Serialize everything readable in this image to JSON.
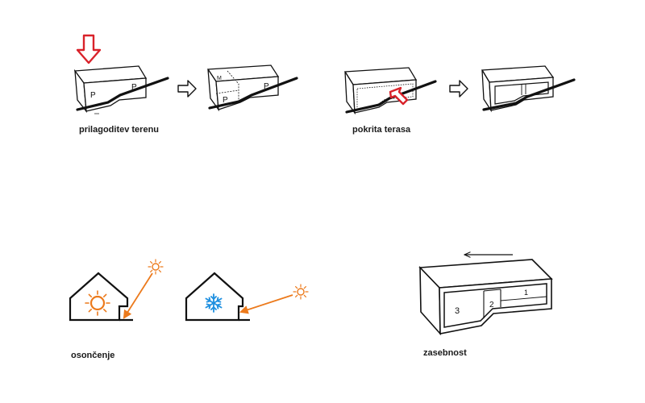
{
  "colors": {
    "ink": "#111111",
    "red_arrow": "#d9222a",
    "sun": "#ec7a1c",
    "snow": "#1d8fe0",
    "background": "#ffffff"
  },
  "panels": {
    "terrain": {
      "caption": "prilagoditev terenu",
      "block1_labels": [
        "P",
        "P"
      ],
      "block2_labels": [
        "M",
        "P",
        "P"
      ],
      "pointer_icon": "red-down-arrow-icon"
    },
    "terrace": {
      "caption": "pokrita terasa",
      "pointer_icon": "red-diagonal-arrow-icon"
    },
    "sun": {
      "caption": "osončenje",
      "summer_icon": "sun-icon",
      "winter_icon": "snowflake-icon"
    },
    "privacy": {
      "caption": "zasebnost",
      "zone_labels": [
        "3",
        "2",
        "1"
      ],
      "direction_icon": "left-arrow-icon"
    }
  }
}
